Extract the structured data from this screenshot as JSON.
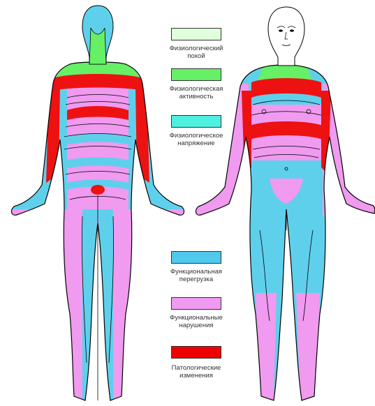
{
  "legend": [
    {
      "line1": "Физиологический",
      "line2": "покой",
      "color": "#e0ffdc"
    },
    {
      "line1": "Физиологическая",
      "line2": "активность",
      "color": "#66f066"
    },
    {
      "line1": "Физиологическое",
      "line2": "напряжение",
      "color": "#4ff0e0"
    },
    {
      "line1": "Функциональная",
      "line2": "перегрузка",
      "color": "#4fc9ec"
    },
    {
      "line1": "Функциональные",
      "line2": "нарушения",
      "color": "#f09af0"
    },
    {
      "line1": "Патологические",
      "line2": "изменения",
      "color": "#ee0000"
    }
  ],
  "colors": {
    "cyan": "#5fd0ec",
    "pink": "#f09af0",
    "green": "#66f066",
    "red": "#ee1111",
    "outline": "#000000"
  }
}
